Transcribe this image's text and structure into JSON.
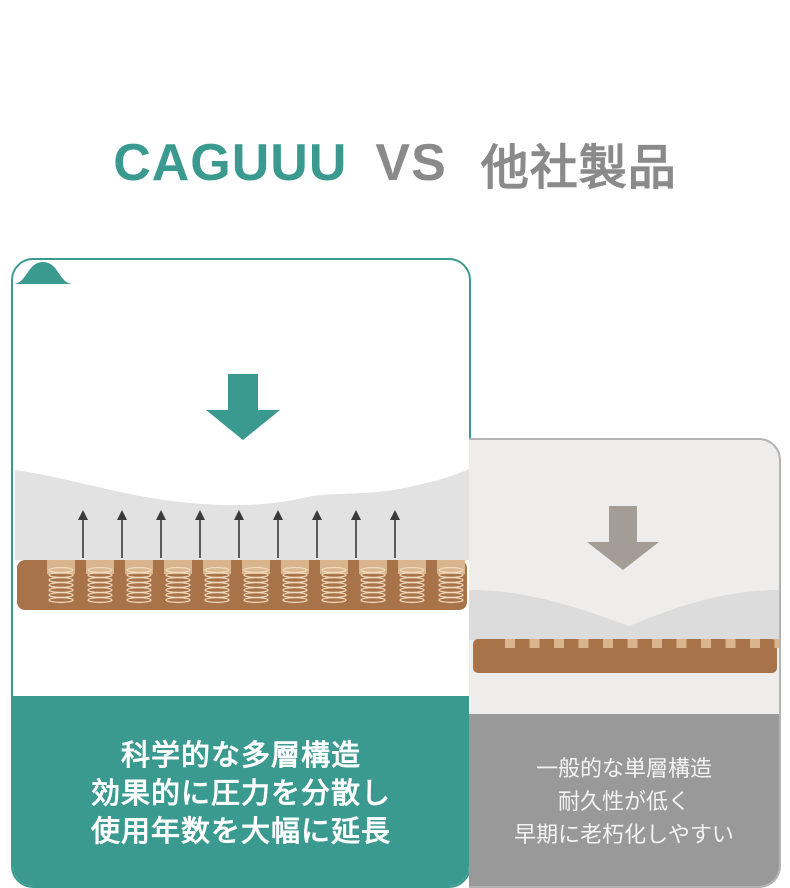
{
  "header": {
    "brand": "CAGUUU",
    "vs": "VS",
    "competitor": "他社製品"
  },
  "left_card": {
    "caption_lines": [
      "科学的な多層構造",
      "効果的に圧力を分散し",
      "使用年数を大幅に延長"
    ]
  },
  "right_card": {
    "caption_lines": [
      "一般的な単層構造",
      "耐久性が低く",
      "早期に老朽化しやすい"
    ]
  },
  "colors": {
    "accent": "#3a9a8f",
    "gray_text": "#8a8a8a",
    "mattress_brown": "#a97349",
    "spring_pad": "#d9b58e",
    "cushion_gray": "#dcdcdc",
    "arrow_gray": "#a49d96"
  }
}
